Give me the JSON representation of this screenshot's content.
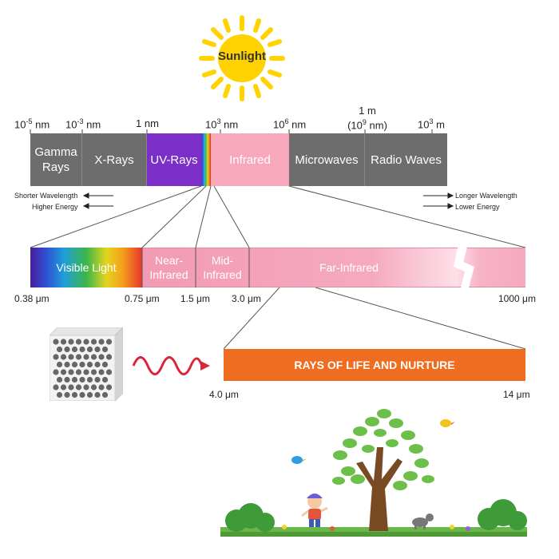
{
  "sun": {
    "label": "Sunlight"
  },
  "scale_top": [
    {
      "base": "10",
      "exp": "-5",
      "unit": " nm"
    },
    {
      "base": "10",
      "exp": "-3",
      "unit": " nm"
    },
    {
      "base": "1 nm",
      "exp": "",
      "unit": ""
    },
    {
      "base": "10",
      "exp": "3",
      "unit": " nm"
    },
    {
      "base": "10",
      "exp": "6",
      "unit": " nm"
    },
    {
      "line1": "1 m",
      "line2_base": "(10",
      "line2_exp": "9",
      "line2_unit": " nm)"
    },
    {
      "base": "10",
      "exp": "3",
      "unit": " m"
    }
  ],
  "bands": {
    "gamma": "Gamma Rays",
    "xrays": "X-Rays",
    "uv": "UV-Rays",
    "infrared": "Infrared",
    "microwaves": "Microwaves",
    "radio": "Radio Waves"
  },
  "notes": {
    "shorter_wavelength": "Shorter Wavelength",
    "higher_energy": "Higher Energy",
    "longer_wavelength": "Longer Wavelength",
    "lower_energy": "Lower Energy"
  },
  "sub_bands": {
    "visible": "Visible Light",
    "near_ir_1": "Near-",
    "near_ir_2": "Infrared",
    "mid_ir_1": "Mid-",
    "mid_ir_2": "Infrared",
    "far_ir": "Far-Infrared"
  },
  "sub_ticks": [
    "0.38 μm",
    "0.75 μm",
    "1.5 μm",
    "3.0 μm",
    "1000 μm"
  ],
  "rays": {
    "label": "RAYS OF LIFE AND NURTURE",
    "start": "4.0 μm",
    "end": "14 μm"
  },
  "colors": {
    "gray_band": "#6d6d6d",
    "uv_band": "#7c2fc8",
    "infrared_band": "#f7a8bd",
    "rays_bar": "#ef6d21",
    "sun": "#ffd200",
    "wave": "#d9263a"
  }
}
